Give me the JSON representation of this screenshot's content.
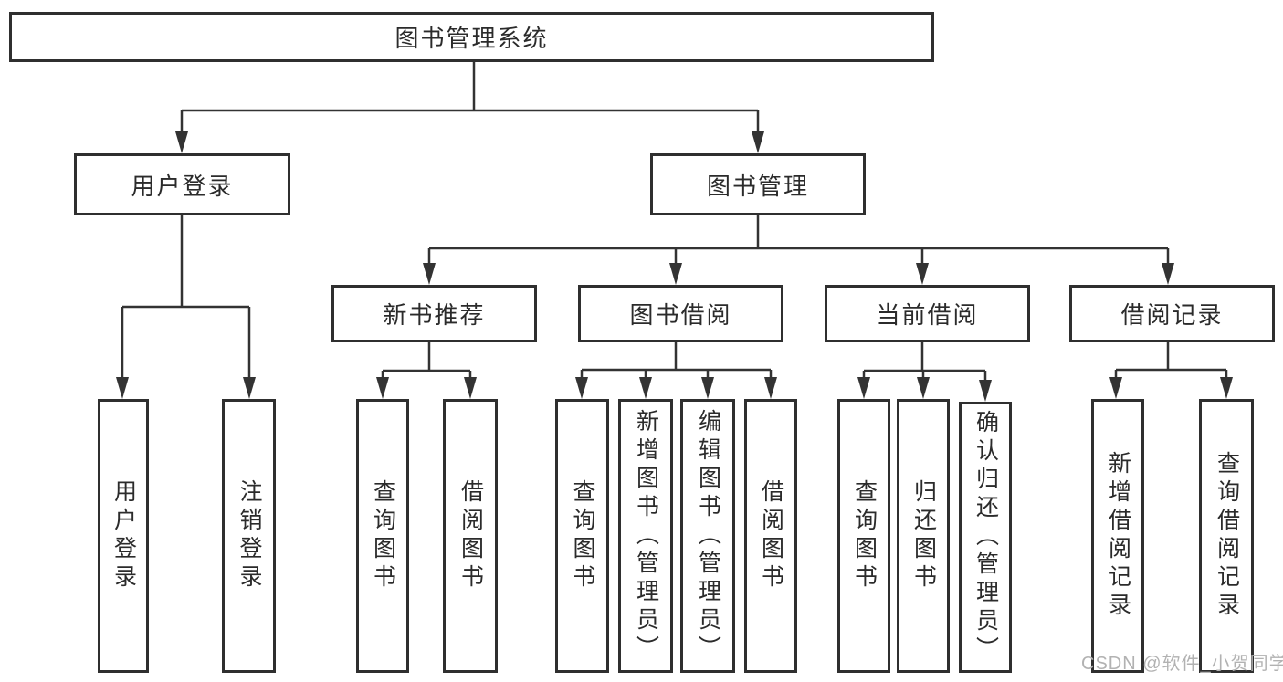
{
  "colors": {
    "background": "#ffffff",
    "line": "#333333",
    "box_border": "#2f2f2f",
    "text": "#2b2b2b",
    "watermark": "#b2b2b2"
  },
  "nodes": {
    "root": "图书管理系统",
    "user_login": {
      "label": "用户登录",
      "children": [
        "用户登录",
        "注销登录"
      ]
    },
    "book_management": {
      "label": "图书管理",
      "children": [
        {
          "label": "新书推荐",
          "children": [
            "查询图书",
            "借阅图书"
          ]
        },
        {
          "label": "图书借阅",
          "children": [
            "查询图书",
            "新增图书（管理员）",
            "编辑图书（管理员）",
            "借阅图书"
          ]
        },
        {
          "label": "当前借阅",
          "children": [
            "查询图书",
            "归还图书",
            "确认归还（管理员）"
          ]
        },
        {
          "label": "借阅记录",
          "children": [
            "新增借阅记录",
            "查询借阅记录"
          ]
        }
      ]
    }
  },
  "watermark": {
    "text": "CSDN @软件_小贺同学"
  }
}
